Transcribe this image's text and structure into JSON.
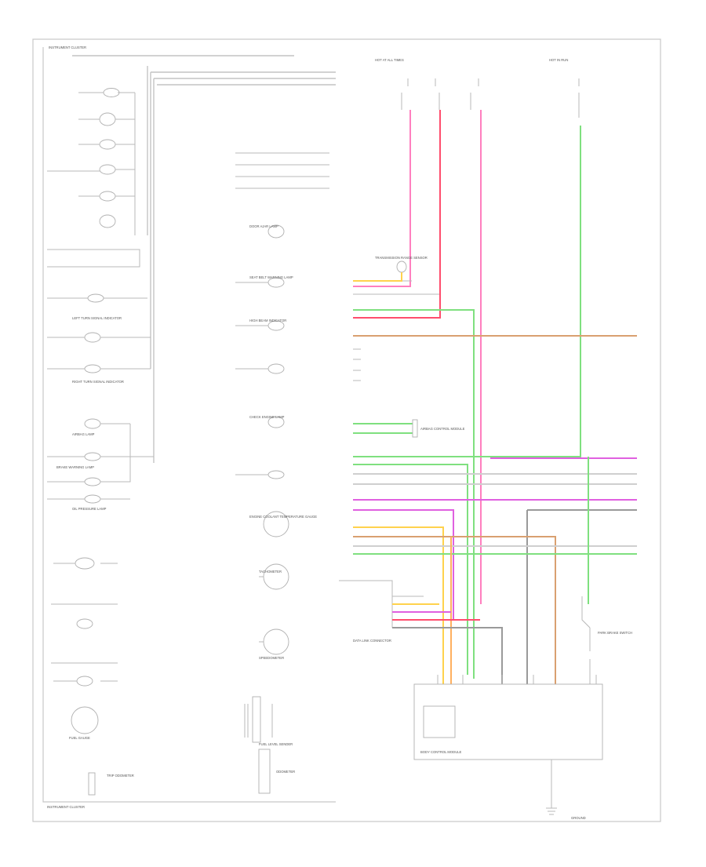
{
  "diagram": {
    "footer_label": "INSTRUMENT CLUSTER",
    "footer_sub": "",
    "colors": {
      "pink": "#ff7fbf",
      "red": "#ff4d6d",
      "green": "#7fe07f",
      "brown": "#d9a070",
      "magenta": "#e060e0",
      "yellow": "#ffd24d",
      "orange": "#ffb060",
      "grey": "#9a9a9a",
      "lightgrey": "#cfcfcf"
    },
    "components": {
      "instrument_cluster": "INSTRUMENT CLUSTER",
      "body_control_module": "BODY CONTROL MODULE",
      "tachometer": "TACHOMETER",
      "speedometer": "SPEEDOMETER",
      "fuel_gauge": "FUEL GAUGE",
      "odometer": "ODOMETER",
      "trip_odometer": "TRIP ODOMETER",
      "engine_coolant_temp_gauge": "ENGINE COOLANT TEMPERATURE GAUGE",
      "seat_belt_lamp": "SEAT BELT WARNING LAMP",
      "high_beam_indicator": "HIGH BEAM INDICATOR",
      "check_engine_lamp": "CHECK ENGINE LAMP",
      "brake_warning_lamp": "BRAKE WARNING LAMP",
      "oil_pressure_lamp": "OIL PRESSURE LAMP",
      "left_turn_signal": "LEFT TURN SIGNAL INDICATOR",
      "right_turn_signal": "RIGHT TURN SIGNAL INDICATOR",
      "airbag_lamp": "AIRBAG LAMP",
      "door_ajar_lamp": "DOOR AJAR LAMP",
      "hot_at_all_times": "HOT AT ALL TIMES",
      "hot_in_run": "HOT IN RUN",
      "ground": "GROUND",
      "fuel_sender": "FUEL LEVEL SENDER",
      "park_brake_switch": "PARK BRAKE SWITCH",
      "airbag_module": "AIRBAG CONTROL MODULE",
      "transmission_range": "TRANSMISSION RANGE SENSOR",
      "data_link": "DATA LINK CONNECTOR"
    }
  }
}
